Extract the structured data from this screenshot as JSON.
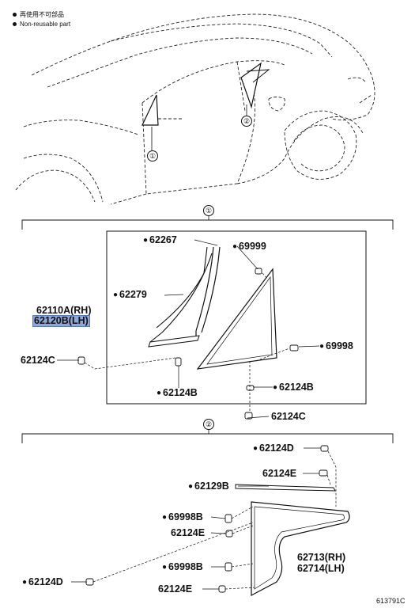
{
  "legend": {
    "line1": "再使用不可部品",
    "line2": "Non-reusable part"
  },
  "callouts": {
    "one": "①",
    "two": "②"
  },
  "parts": {
    "p62267": "62267",
    "p69999": "69999",
    "p62279": "62279",
    "p62110A": "62110A(RH)",
    "p62120B": "62120B(LH)",
    "p69998": "69998",
    "p62124C_left": "62124C",
    "p62124B_bottom": "62124B",
    "p62124B_right": "62124B",
    "p62124C_bottom": "62124C",
    "p62124D_top": "62124D",
    "p62124E_top": "62124E",
    "p62129B": "62129B",
    "p69998B_upper": "69998B",
    "p62124E_mid": "62124E",
    "p62124D_left": "62124D",
    "p69998B_lower": "69998B",
    "p62713": "62713(RH)",
    "p62714": "62714(LH)",
    "p62124E_bottom": "62124E"
  },
  "figure_code": "613791C"
}
